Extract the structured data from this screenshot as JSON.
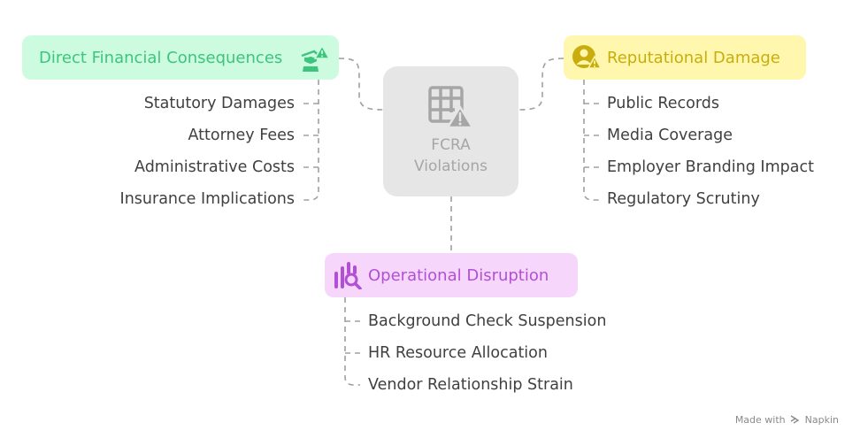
{
  "center": {
    "line1": "FCRA",
    "line2": "Violations",
    "icon": "table-warning-icon",
    "color": "#a6a6a6"
  },
  "branches": [
    {
      "title": "Direct Financial Consequences",
      "icon": "person-warning-icon",
      "color": "#3ec57d",
      "fill": "#ccfbe0",
      "items": [
        "Statutory Damages",
        "Attorney Fees",
        "Administrative Costs",
        "Insurance Implications"
      ]
    },
    {
      "title": "Reputational Damage",
      "icon": "user-warning-icon",
      "color": "#c9ad0c",
      "fill": "#fff7ad",
      "items": [
        "Public Records",
        "Media Coverage",
        "Employer Branding Impact",
        "Regulatory Scrutiny"
      ]
    },
    {
      "title": "Operational Disruption",
      "icon": "chart-search-icon",
      "color": "#b150d6",
      "fill": "#f7d6fb",
      "items": [
        "Background Check Suspension",
        "HR Resource Allocation",
        "Vendor Relationship Strain"
      ]
    }
  ],
  "footer": {
    "made_with": "Made with",
    "brand": "Napkin",
    "logo_icon": "napkin-logo-icon"
  }
}
